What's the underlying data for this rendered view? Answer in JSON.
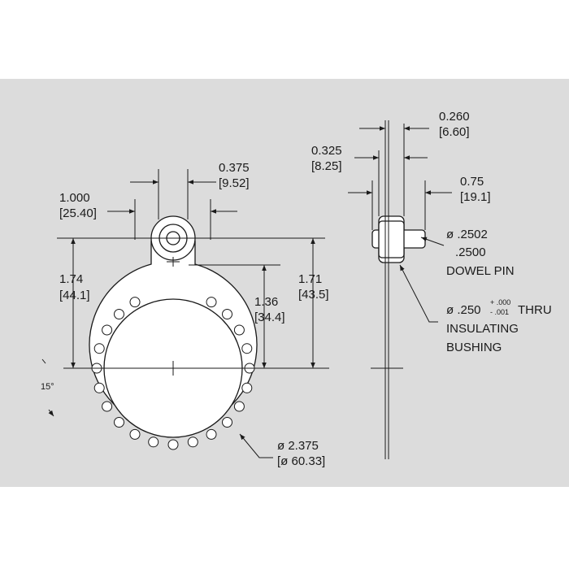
{
  "figure": {
    "colors": {
      "panel": "#dcdcdc",
      "ink": "#1a1a1a",
      "part": "#ffffff"
    }
  },
  "front_view": {
    "dim_width_in": "1.000",
    "dim_width_mm": "[25.40]",
    "dim_bushing_in": "0.375",
    "dim_bushing_mm": "[9.52]",
    "dim_174_in": "1.74",
    "dim_174_mm": "[44.1]",
    "dim_136_in": "1.36",
    "dim_136_mm": "[34.4]",
    "dim_171_in": "1.71",
    "dim_171_mm": "[43.5]",
    "dim_dia_in": "ø 2.375",
    "dim_dia_mm": "[ø 60.33]",
    "angle": "15°"
  },
  "side_view": {
    "dim_0260_in": "0.260",
    "dim_0260_mm": "[6.60]",
    "dim_0325_in": "0.325",
    "dim_0325_mm": "[8.25]",
    "dim_075_in": "0.75",
    "dim_075_mm": "[19.1]",
    "pin_d1": "ø .2502",
    "pin_d2": ".2500",
    "pin_label": "DOWEL PIN",
    "thru_prefix": "ø .250",
    "tol_plus": "+ .000",
    "tol_minus": "- .001",
    "thru_word": "THRU",
    "bushing_line1": "INSULATING",
    "bushing_line2": "BUSHING"
  }
}
